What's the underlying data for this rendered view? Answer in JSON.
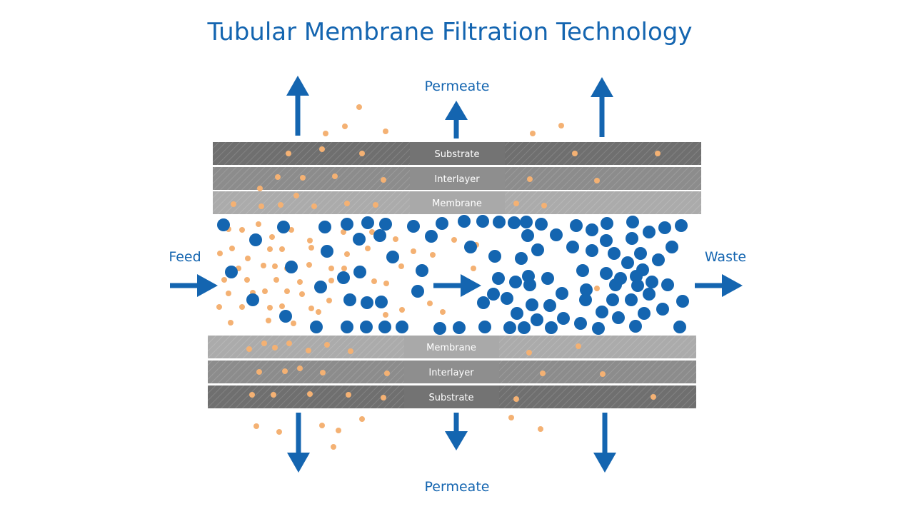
{
  "title": "Tubular Membrane Filtration Technology",
  "labels": {
    "permeate_top": "Permeate",
    "permeate_bottom": "Permeate",
    "feed": "Feed",
    "waste": "Waste"
  },
  "layers": {
    "top": [
      "Substrate",
      "Interlayer",
      "Membrane"
    ],
    "bottom": [
      "Membrane",
      "Interlayer",
      "Substrate"
    ]
  },
  "colors": {
    "accent": "#1465b0",
    "particle_small": "#f4b173",
    "substrate": "#6f6f6f",
    "interlayer": "#8c8c8c",
    "membrane": "#ababab"
  }
}
